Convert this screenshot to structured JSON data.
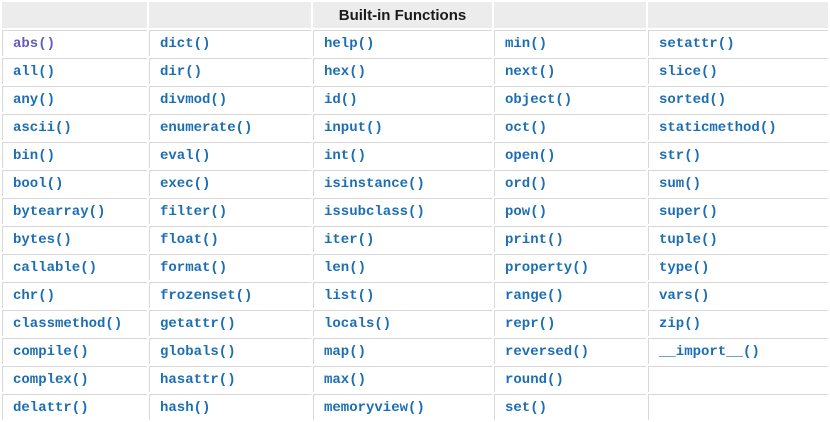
{
  "header": {
    "title": "Built-in Functions"
  },
  "colors": {
    "link_blue": "#1c6eb4",
    "visited_link_purple": "#635cbe",
    "header_background": "#ececec",
    "cell_border": "#d8d8d8",
    "header_text": "#1a1a1a"
  },
  "table": {
    "column_count": 5,
    "visited": [
      "abs()"
    ],
    "rows": [
      [
        "abs()",
        "dict()",
        "help()",
        "min()",
        "setattr()"
      ],
      [
        "all()",
        "dir()",
        "hex()",
        "next()",
        "slice()"
      ],
      [
        "any()",
        "divmod()",
        "id()",
        "object()",
        "sorted()"
      ],
      [
        "ascii()",
        "enumerate()",
        "input()",
        "oct()",
        "staticmethod()"
      ],
      [
        "bin()",
        "eval()",
        "int()",
        "open()",
        "str()"
      ],
      [
        "bool()",
        "exec()",
        "isinstance()",
        "ord()",
        "sum()"
      ],
      [
        "bytearray()",
        "filter()",
        "issubclass()",
        "pow()",
        "super()"
      ],
      [
        "bytes()",
        "float()",
        "iter()",
        "print()",
        "tuple()"
      ],
      [
        "callable()",
        "format()",
        "len()",
        "property()",
        "type()"
      ],
      [
        "chr()",
        "frozenset()",
        "list()",
        "range()",
        "vars()"
      ],
      [
        "classmethod()",
        "getattr()",
        "locals()",
        "repr()",
        "zip()"
      ],
      [
        "compile()",
        "globals()",
        "map()",
        "reversed()",
        "__import__()"
      ],
      [
        "complex()",
        "hasattr()",
        "max()",
        "round()",
        ""
      ],
      [
        "delattr()",
        "hash()",
        "memoryview()",
        "set()",
        ""
      ]
    ]
  }
}
